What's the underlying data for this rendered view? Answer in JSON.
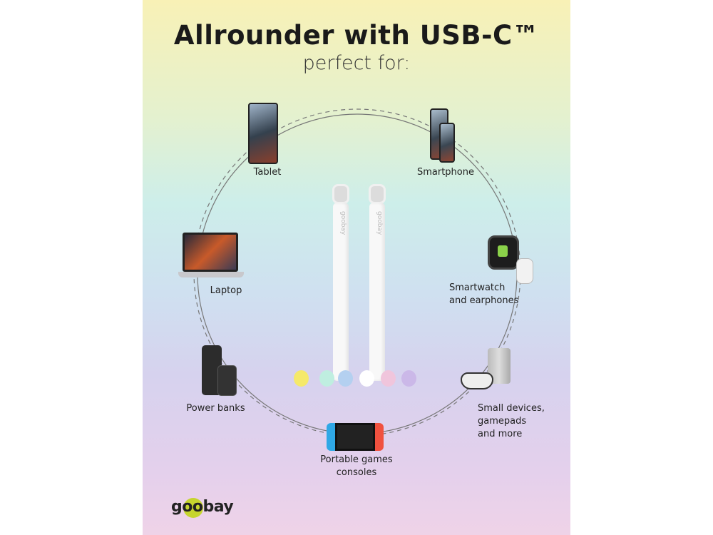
{
  "header": {
    "title": "Allrounder with USB-C™",
    "subtitle": "perfect for:"
  },
  "devices": [
    {
      "label": "Tablet",
      "icon": "tablet-icon"
    },
    {
      "label": "Smartphone",
      "icon": "smartphone-icon"
    },
    {
      "label": "Laptop",
      "icon": "laptop-icon"
    },
    {
      "label": "Smartwatch",
      "label2": "and earphones",
      "icon": "smartwatch-icon"
    },
    {
      "label": "Power banks",
      "icon": "power-bank-icon"
    },
    {
      "label": "Small devices,",
      "label2": "gamepads",
      "label3": "and more",
      "icon": "gamepad-icon"
    },
    {
      "label": "Portable games",
      "label2": "consoles",
      "icon": "game-console-icon"
    }
  ],
  "cable": {
    "brand": "goobay"
  },
  "color_options": [
    "#f5e96a",
    "#bfeee0",
    "#b4d0f0",
    "#ffffff",
    "#f0c5dc",
    "#cbb8e8"
  ],
  "logo": {
    "text": "goobay",
    "accent": "#c6d52e"
  }
}
